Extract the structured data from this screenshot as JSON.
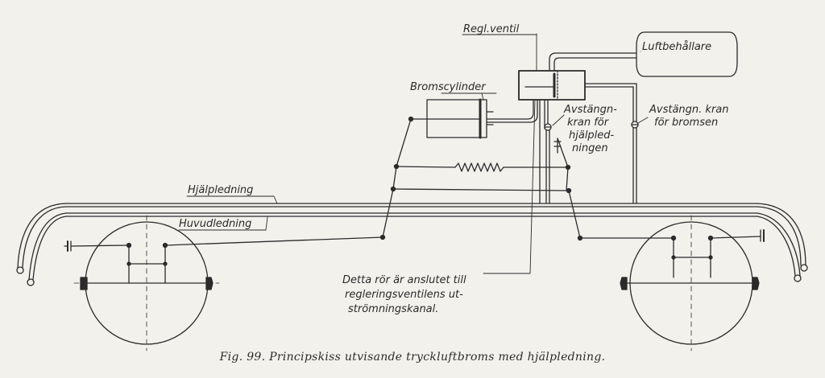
{
  "labels": {
    "regl_ventil": "Regl.ventil",
    "luftbehallare": "Luftbehållare",
    "bromscylinder": "Bromscylinder",
    "avstangn_kran_hjalp_1": "Avstängn-",
    "avstangn_kran_hjalp_2": "kran för",
    "avstangn_kran_hjalp_3": "hjälpled-",
    "avstangn_kran_hjalp_4": "ningen",
    "avstangn_kran_broms_1": "Avstängn. kran",
    "avstangn_kran_broms_2": "för bromsen",
    "hjalpledning": "Hjälpledning",
    "huvudledning": "Huvudledning",
    "note_1": "Detta rör är anslutet till",
    "note_2": "regleringsventilens ut-",
    "note_3": "strömningskanal."
  },
  "caption": "Fig. 99. Principskiss utvisande tryckluftbroms med hjälpledning."
}
